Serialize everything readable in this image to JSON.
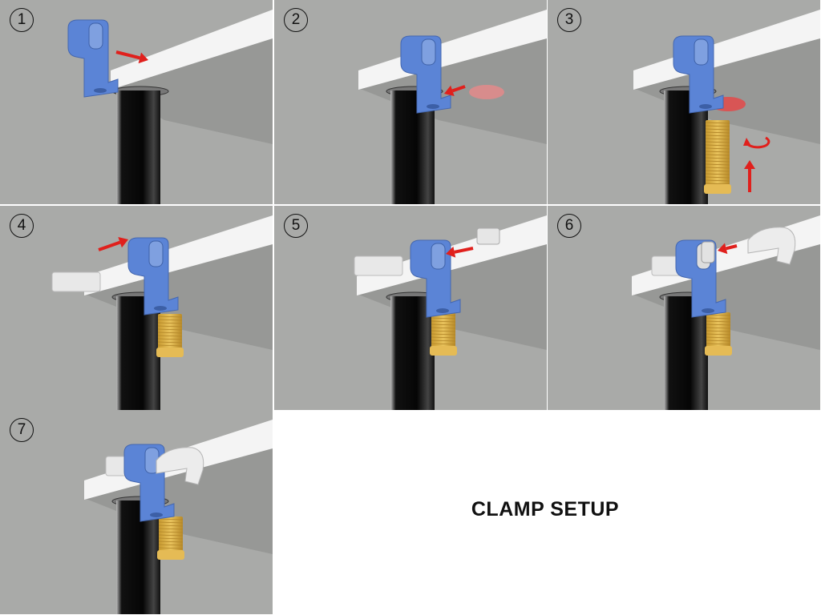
{
  "title": "CLAMP SETUP",
  "steps": [
    {
      "number": "1"
    },
    {
      "number": "2"
    },
    {
      "number": "3"
    },
    {
      "number": "4"
    },
    {
      "number": "5"
    },
    {
      "number": "6"
    },
    {
      "number": "7"
    }
  ],
  "colors": {
    "background": "#a9aaa8",
    "clamp": "#5b84d6",
    "arrow": "#e0201c",
    "screw": "#e8c25c",
    "board": "#f4f4f4"
  }
}
